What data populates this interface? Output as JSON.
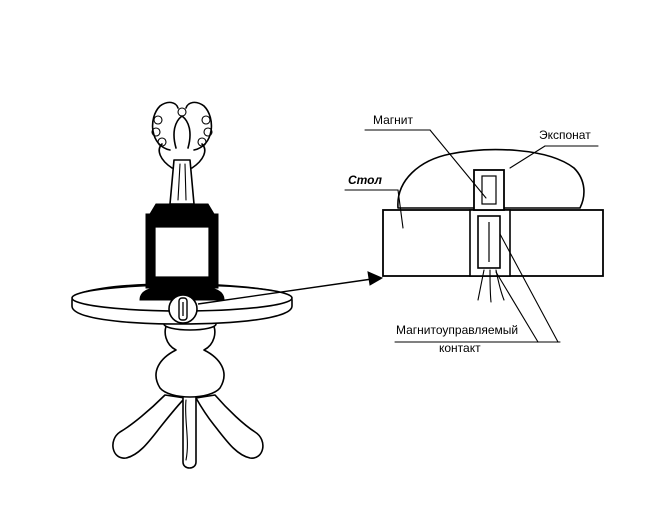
{
  "labels": {
    "table": "Стол",
    "magnet": "Магнит",
    "exhibit": "Экспонат",
    "reed_switch_line1": "Магнитоуправляемый",
    "reed_switch_line2": "контакт"
  }
}
